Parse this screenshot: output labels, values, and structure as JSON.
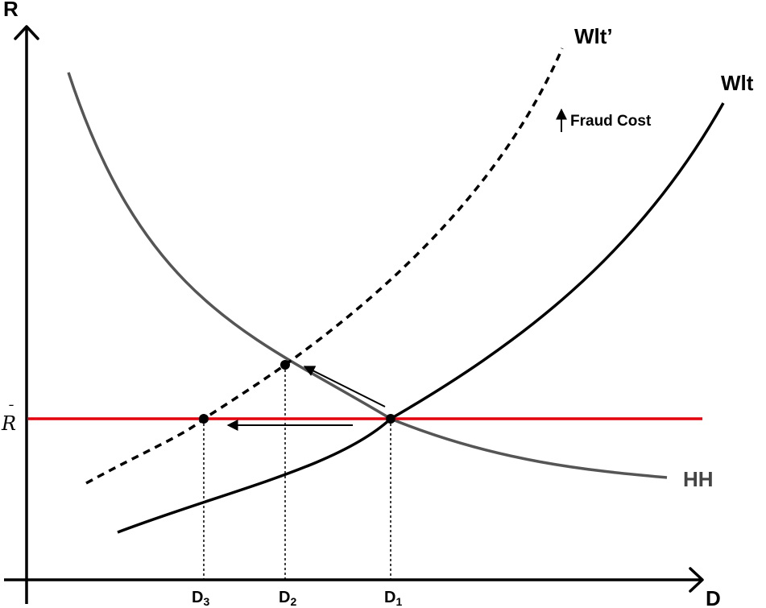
{
  "axes": {
    "y_label": "R",
    "x_label": "D"
  },
  "curves": {
    "wlt_label": "Wlt",
    "wlt_prime_label": "Wlt’",
    "hh_label": "HH"
  },
  "annotation": {
    "fraud_cost": "Fraud Cost"
  },
  "r_bar": {
    "letter": "R",
    "bar": "¯"
  },
  "ticks": [
    {
      "base": "D",
      "sub": "3"
    },
    {
      "base": "D",
      "sub": "2"
    },
    {
      "base": "D",
      "sub": "1"
    }
  ],
  "colors": {
    "r_bar_line": "#e3000f",
    "hh_curve": "#555555",
    "axes": "#000000"
  }
}
